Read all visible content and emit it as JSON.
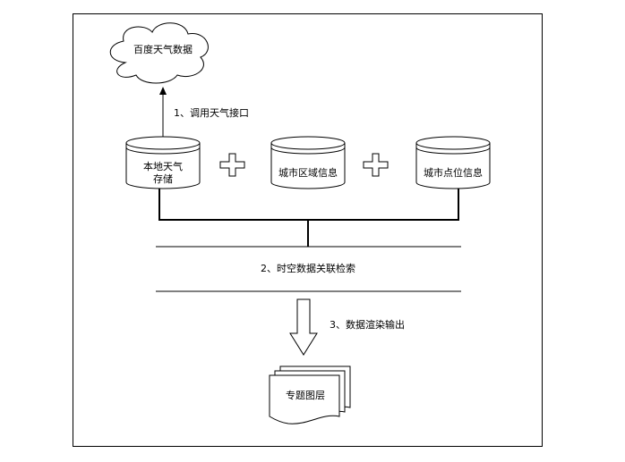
{
  "nodes": {
    "cloud": "百度天气数据",
    "local_store_line1": "本地天气",
    "local_store_line2": "存储",
    "region_info": "城市区域信息",
    "point_info": "城市点位信息",
    "output": "专题图层"
  },
  "steps": {
    "step1": "1、调用天气接口",
    "step2": "2、时空数据关联检索",
    "step3": "3、数据渲染输出"
  }
}
